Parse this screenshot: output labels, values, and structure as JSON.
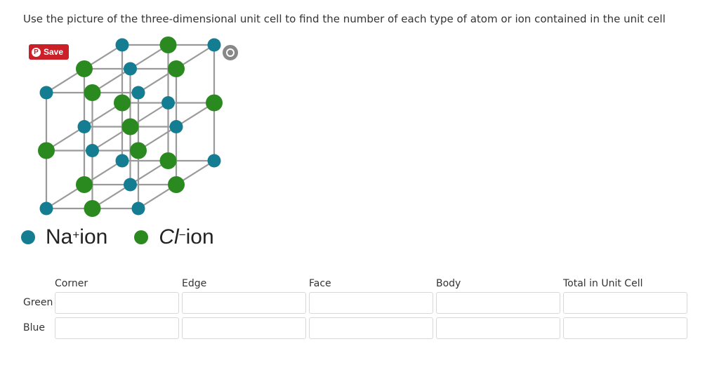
{
  "question": "Use the picture of the three-dimensional unit cell to find the number of each type of atom or ion contained in the unit cell",
  "image": {
    "save_label": "Save",
    "legend": [
      {
        "symbol": "Na",
        "charge": "+",
        "suffix": " ion",
        "color": "#157d92"
      },
      {
        "symbol": "Cl",
        "charge": "−",
        "suffix": " ion",
        "color": "#2a8a1f"
      }
    ]
  },
  "table": {
    "columns": [
      "Corner",
      "Edge",
      "Face",
      "Body",
      "Total in Unit Cell"
    ],
    "rows": [
      {
        "label": "Green",
        "values": [
          "",
          "",
          "",
          "",
          ""
        ]
      },
      {
        "label": "Blue",
        "values": [
          "",
          "",
          "",
          "",
          ""
        ]
      }
    ]
  },
  "colors": {
    "blue_ion": "#157d92",
    "green_ion": "#2a8a1f",
    "pinterest": "#cb2027"
  }
}
